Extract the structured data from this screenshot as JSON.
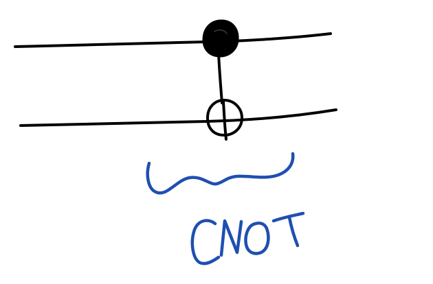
{
  "diagram": {
    "gate_label": "CNOT",
    "colors": {
      "background": "#ffffff",
      "circuit_ink": "#000000",
      "annotation_ink": "#1f4fb0"
    },
    "elements": {
      "top_wire": "qubit-wire",
      "bottom_wire": "qubit-wire",
      "control": "control-dot",
      "target": "target-oplus",
      "connector": "vertical-connector",
      "annotation": "wavy-underbrace"
    }
  }
}
